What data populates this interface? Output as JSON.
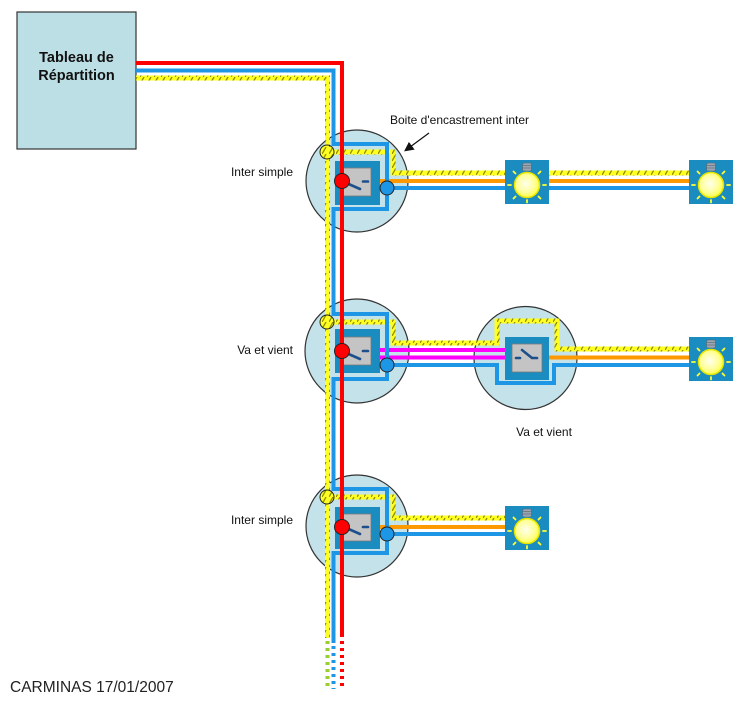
{
  "diagram": {
    "panel": {
      "line1": "Tableau de",
      "line2": "Répartition"
    },
    "annotation": "Boite d'encastrement inter",
    "circuits": [
      {
        "label": "Inter simple",
        "lamps": 2
      },
      {
        "label": "Va et vient",
        "second_switch_label": "Va et vient",
        "lamps": 1
      },
      {
        "label": "Inter simple",
        "lamps": 1
      }
    ],
    "wire_colors": {
      "phase": "#ff0000",
      "neutral": "#1e96e6",
      "earth": "#ffff22",
      "earth_stripe": "#8c8c00",
      "earth_dotted": "#9acd32",
      "switched_return": "#ff9900",
      "traveller": "#ff00ff"
    }
  },
  "footer": {
    "credit": "CARMINAS 17/01/2007"
  }
}
